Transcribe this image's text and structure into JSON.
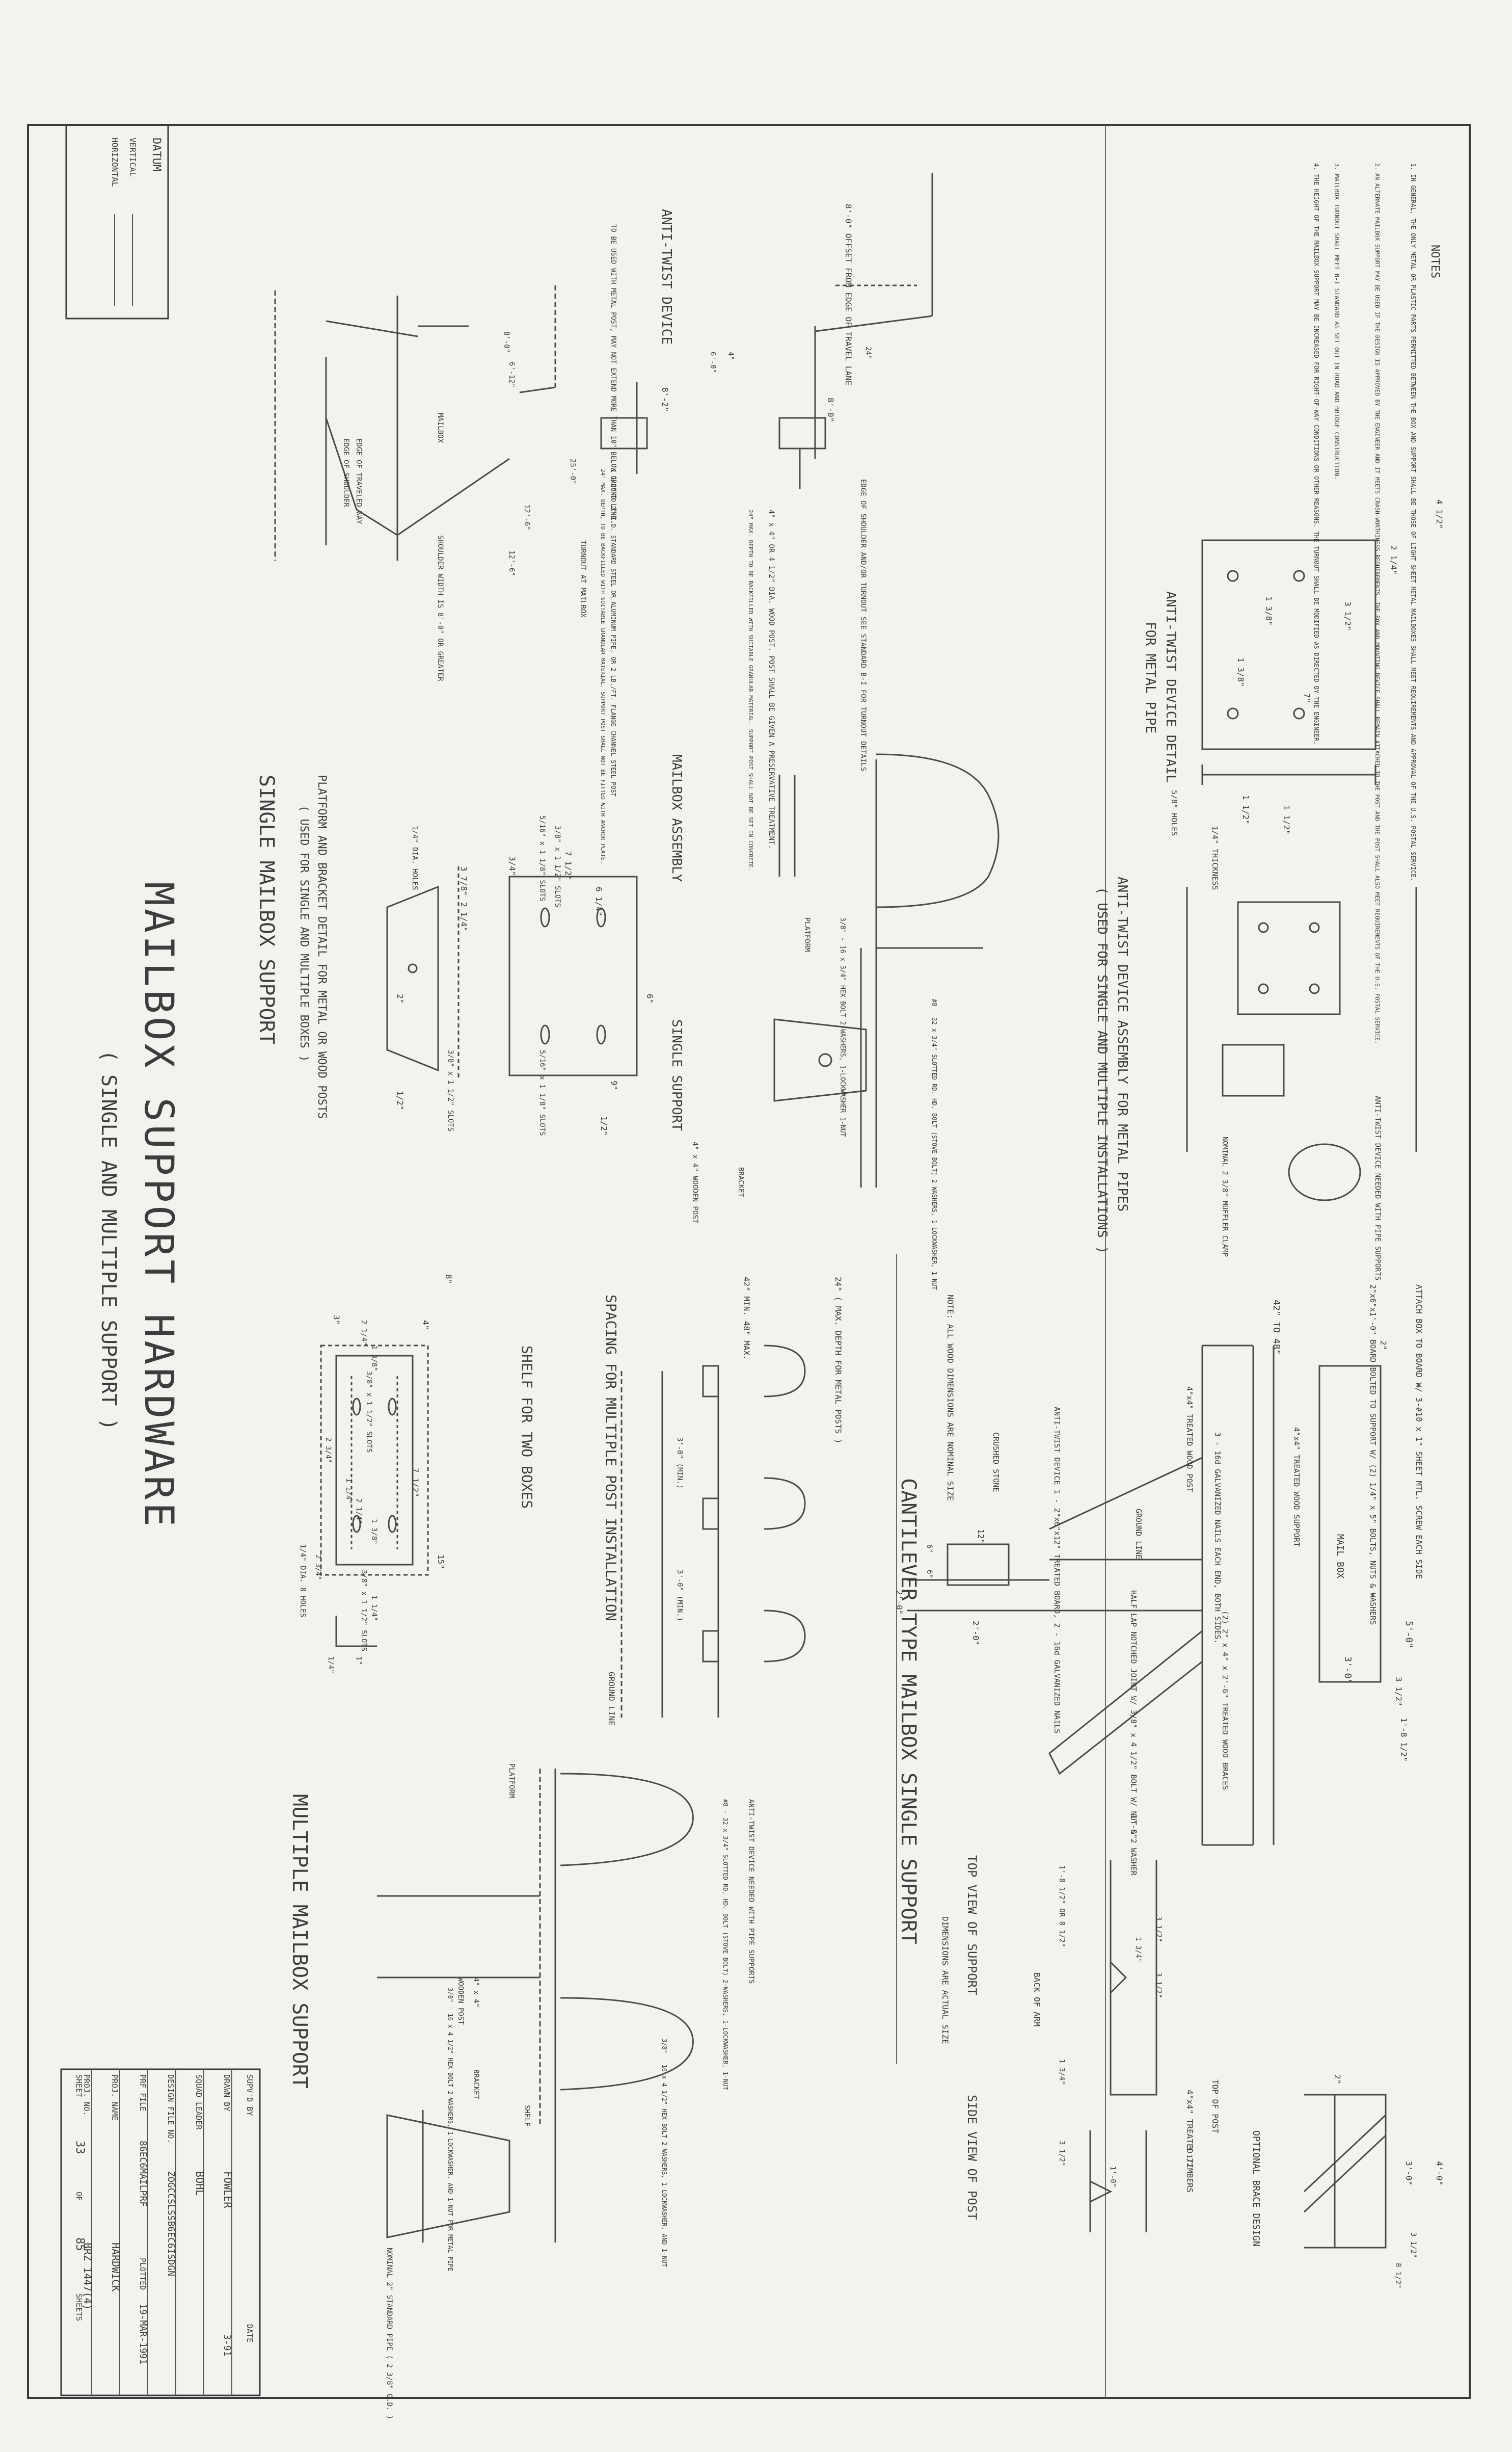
{
  "drawing": {
    "main_title": "MAILBOX SUPPORT HARDWARE",
    "main_subtitle": "( SINGLE AND MULTIPLE SUPPORT )",
    "notes": {
      "heading": "NOTES",
      "items": [
        "1. IN GENERAL, THE ONLY METAL OR PLASTIC PARTS PERMITTED BETWEEN THE BOX AND SUPPORT SHALL BE THOSE OF LIGHT SHEET METAL MAILBOXES SHALL MEET REQUIREMENTS AND APPROVAL OF THE U.S. POSTAL SERVICE.",
        "2. AN ALTERNATE MAILBOX SUPPORT MAY BE USED IF THE DESIGN IS APPROVED BY THE ENGINEER AND IT MEETS CRASH-WORTHINESS REQUIREMENTS. THE BOX AND MOUNTING DEVICE SHALL REMAIN ATTACHED TO THE POST AND THE POST SHALL ALSO MEET REQUIREMENTS OF THE U.S. POSTAL SERVICE.",
        "3. MAILBOX TURNOUT SHALL MEET B-I STANDARD AS SET OUT IN ROAD AND BRIDGE CONSTRUCTION.",
        "4. THE HEIGHT OF THE MAILBOX SUPPORT MAY BE INCREASED FOR RIGHT-OF-WAY CONDITIONS OR OTHER REASONS. THE TURNOUT SHALL BE MODIFIED AS DIRECTED BY THE ENGINEER."
      ]
    },
    "datum": {
      "heading": "DATUM",
      "vertical": "VERTICAL",
      "horizontal": "HORIZONTAL"
    },
    "anti_twist_device": {
      "title": "ANTI-TWIST DEVICE",
      "metal_post_note": "TO BE USED WITH METAL POST, MAY NOT EXTEND MORE THAN 10\" BELOW GROUND LINE.",
      "offset_label": "8'-0\" OFFSET FROM EDGE OF TRAVEL LANE",
      "shoulder_label": "EDGE OF SHOULDER AND/OR TURNOUT SEE STANDARD B-I FOR TURNOUT DETAILS",
      "wood_post_note": "4\" x 4\" OR 4 1/2\" DIA. WOOD POST. POST SHALL BE GIVEN A PRESERVATIVE TREATMENT.",
      "wood_depth_note": "24\" MAX. DEPTH TO BE BACKFILLED WITH SUITABLE GRANULAR MATERIAL. SUPPORT POST SHALL NOT BE SET IN CONCRETE.",
      "steel_post_note": "1 1/2\" TO 2\" I.D. STANDARD STEEL OR ALUMINUM PIPE, OR 2 LB./FT. FLANGE CHANNEL STEEL POST",
      "steel_depth_note": "24\" MAX. DEPTH, TO BE BACKFILLED WITH SUITABLE GRANULAR MATERIAL. SUPPORT POST SHALL NOT BE FITTED WITH ANCHOR PLATE.",
      "dims": [
        "8'-0\"",
        "8'-2\"",
        "6'-0\"",
        "4\"",
        "24\""
      ]
    },
    "turnout": {
      "labels": [
        "EDGE OF TRAVELED WAY",
        "EDGE OF SHOULDER",
        "MAILBOX",
        "TURNOUT AT MAILBOX",
        "SHOULDER WIDTH IS 8'-0\" OR GREATER"
      ],
      "dims": [
        "8'-0\"",
        "6'-12\"",
        "25'-0\"",
        "12'-6\"",
        "12'-6\""
      ]
    },
    "anti_twist_detail": {
      "title": "ANTI-TWIST DEVICE DETAIL",
      "subtitle": "FOR METAL PIPE",
      "labels": [
        "1/4\" THICKNESS",
        "5/8\" HOLES"
      ],
      "dims": [
        "4 1/2\"",
        "2 1/4\"",
        "3 1/2\"",
        "7\"",
        "1 3/8\"",
        "1 3/8\"",
        "1 1/2\"",
        "1 1/2\""
      ]
    },
    "anti_twist_assembly": {
      "title": "ANTI-TWIST DEVICE ASSEMBLY FOR METAL PIPES",
      "subtitle": "( USED FOR SINGLE AND MULTIPLE INSTALLATIONS )",
      "labels": [
        "ANTI-TWIST DEVICE NEEDED WITH PIPE SUPPORTS",
        "NOMINAL 2 3/8\" MUFFLER CLAMP"
      ]
    },
    "mailbox_assembly": {
      "title": "MAILBOX ASSEMBLY",
      "single_support": "SINGLE SUPPORT",
      "labels": [
        "3/8\" - 16 x 3/4\" HEX BOLT 2-WASHERS, 1-LOCKWASHER 1-NUT",
        "PLATFORM",
        "#8 - 32 x 3/4\" SLOTTED RD. HD. BOLT (STOVE BOLT) 2-WASHERS, 1-LOCKWASHER, 1-NUT",
        "BRACKET",
        "4\" x 4\" WOODEN POST"
      ]
    },
    "platform_detail": {
      "title": "PLATFORM AND BRACKET DETAIL FOR METAL OR WOOD POSTS",
      "subtitle": "( USED FOR SINGLE AND MULTIPLE BOXES )",
      "labels": [
        "3/8\" x 1 1/2\" SLOTS",
        "5/16\" x 1 1/8\" SLOTS",
        "1/4\" DIA. HOLES",
        "5/16\" x 1 1/8\" SLOTS",
        "3/8\" x 1 1/2\" SLOTS"
      ],
      "dims": [
        "7 1/2\"",
        "3/4\"",
        "3 7/8\"",
        "2 1/4\"",
        "2\"",
        "6\"",
        "6 1/4\"",
        "9\"",
        "1/2\"",
        "1/2\""
      ]
    },
    "single_mailbox_support": "SINGLE MAILBOX SUPPORT",
    "shelf": {
      "title": "SHELF FOR TWO BOXES",
      "labels": [
        "3/8\" x 1 1/2\" SLOTS",
        "3/8\" x 1 1/2\" SLOTS",
        "1/4\" DIA. 8 HOLES"
      ],
      "dims": [
        "8\"",
        "4\"",
        "15\"",
        "7 1/2\"",
        "3\"",
        "2 1/4\"",
        "1 3/8\"",
        "2 3/4\"",
        "1 1/4\"",
        "2 1/4\"",
        "1 3/8\"",
        "2 3/4\"",
        "1 1/4\"",
        "1\"",
        "1/4\""
      ]
    },
    "spacing": {
      "title": "SPACING FOR MULTIPLE POST INSTALLATION",
      "labels": [
        "24\" ( MAX. DEPTH FOR METAL POSTS )",
        "42\" MIN. 48\" MAX.",
        "GROUND LINE"
      ],
      "dims": [
        "3'-0\" (MIN.)",
        "3'-0\" (MIN.)"
      ]
    },
    "multiple_support": {
      "title": "MULTIPLE MAILBOX SUPPORT",
      "labels": [
        "ANTI-TWIST DEVICE NEEDED WITH PIPE SUPPORTS",
        "#8 - 32 x 3/4\" SLOTTED RD. HD. BOLT (STOVE BOLT) 2-WASHERS, 1-LOCKWASHER, 1-NUT",
        "PLATFORM",
        "3/8\" - 16 x 4 1/2\" HEX BOLT 2-WASHERS, 1-LOCKWASHER, AND 1-NUT",
        "3/8\" - 16 x 4 1/2\" HEX BOLT 2-WASHERS, 1-LOCKWASHER, AND 1-NUT FOR METAL PIPE",
        "WOODEN POST",
        "4\" x 4\"",
        "BRACKET",
        "SHELF",
        "NOMINAL 2\" STANDARD PIPE ( 2 3/8\" O.D. )"
      ]
    },
    "cantilever": {
      "title": "CANTILEVER TYPE MAILBOX SINGLE SUPPORT",
      "note": "NOTE: ALL WOOD DIMENSIONS ARE NOMINAL SIZE",
      "labels": [
        "ATTACH BOX TO BOARD W/ 3-#10 x 1\" SHEET MTL. SCREW EACH SIDE",
        "2\"x6\"x1'-0\" BOARD BOLTED TO SUPPORT W/ (2) 1/4\" x 5\" BOLTS, NUTS & WASHERS",
        "MAIL BOX",
        "4\"x4\" TREATED WOOD SUPPORT",
        "3 - 16d GALVANIZED NAILS EACH END, BOTH SIDES.",
        "4\"x4\" TREATED WOOD POST",
        "GROUND LINE",
        "ANTI-TWIST DEVICE 1 - 2\"x6\"x12\" TREATED BOARD, 2 - 16d GALVANIZED NAILS",
        "CRUSHED STONE",
        "HALF LAP NOTCHED JOINT W/ 3/8\" x 4 1/2\" BOLT W/ NUT & 2 WASHER",
        "(2) 2\" x 4\" x 2'-6\" TREATED WOOD BRACES"
      ],
      "dims": [
        "42\" TO 48\"",
        "5'-0\"",
        "3'-0\"",
        "2'-0\"",
        "1'-0\"",
        "1'-8 1/2\"",
        "3 1/2\"",
        "2\"",
        "12\"",
        "6\"",
        "6\"",
        "2'-0\""
      ]
    },
    "top_view": {
      "title": "TOP VIEW OF SUPPORT",
      "side_view": "SIDE VIEW OF POST",
      "note": "DIMENSIONS ARE ACTUAL SIZE",
      "labels": [
        "BACK OF ARM",
        "TOP OF POST",
        "4\"x4\" TREATED TIMBERS"
      ],
      "dims": [
        "1'-8 1/2\" OR 8 1/2\"",
        "3 1/2\"",
        "1 3/4\"",
        "1 3/4\"",
        "3 1/2\"",
        "3 1/2\"",
        "1'-0\"",
        "3 1/2\""
      ]
    },
    "optional_brace": {
      "title": "OPTIONAL BRACE DESIGN",
      "dims": [
        "4'-0\"",
        "3'-0\"",
        "2\"",
        "3 1/2\"",
        "8 1/2\""
      ]
    },
    "title_block": {
      "rows": [
        {
          "label": "SUPV'D BY",
          "value": ""
        },
        {
          "label": "DRAWN BY",
          "value": "FOWLER"
        },
        {
          "label": "SQUAD LEADER",
          "value": "BOHL"
        },
        {
          "label": "DESIGN FILE NO.",
          "value": "ZOGCCSLSSB6EC6ISDGN"
        },
        {
          "label": "PRF FILE",
          "value": "86EC6MAILPRF"
        },
        {
          "label": "PROJ. NAME",
          "value": "HARDWICK"
        },
        {
          "label": "PROJ. NO.",
          "value": "BRZ 1447(4)"
        }
      ],
      "date_label": "DATE",
      "date_value": "3-91",
      "plotted_label": "PLOTTED",
      "plotted_value": "19-MAR-1991",
      "sheet_label": "SHEET",
      "sheet_no": "33",
      "of_label": "OF",
      "sheet_total": "85",
      "sheets_label": "SHEETS"
    }
  }
}
